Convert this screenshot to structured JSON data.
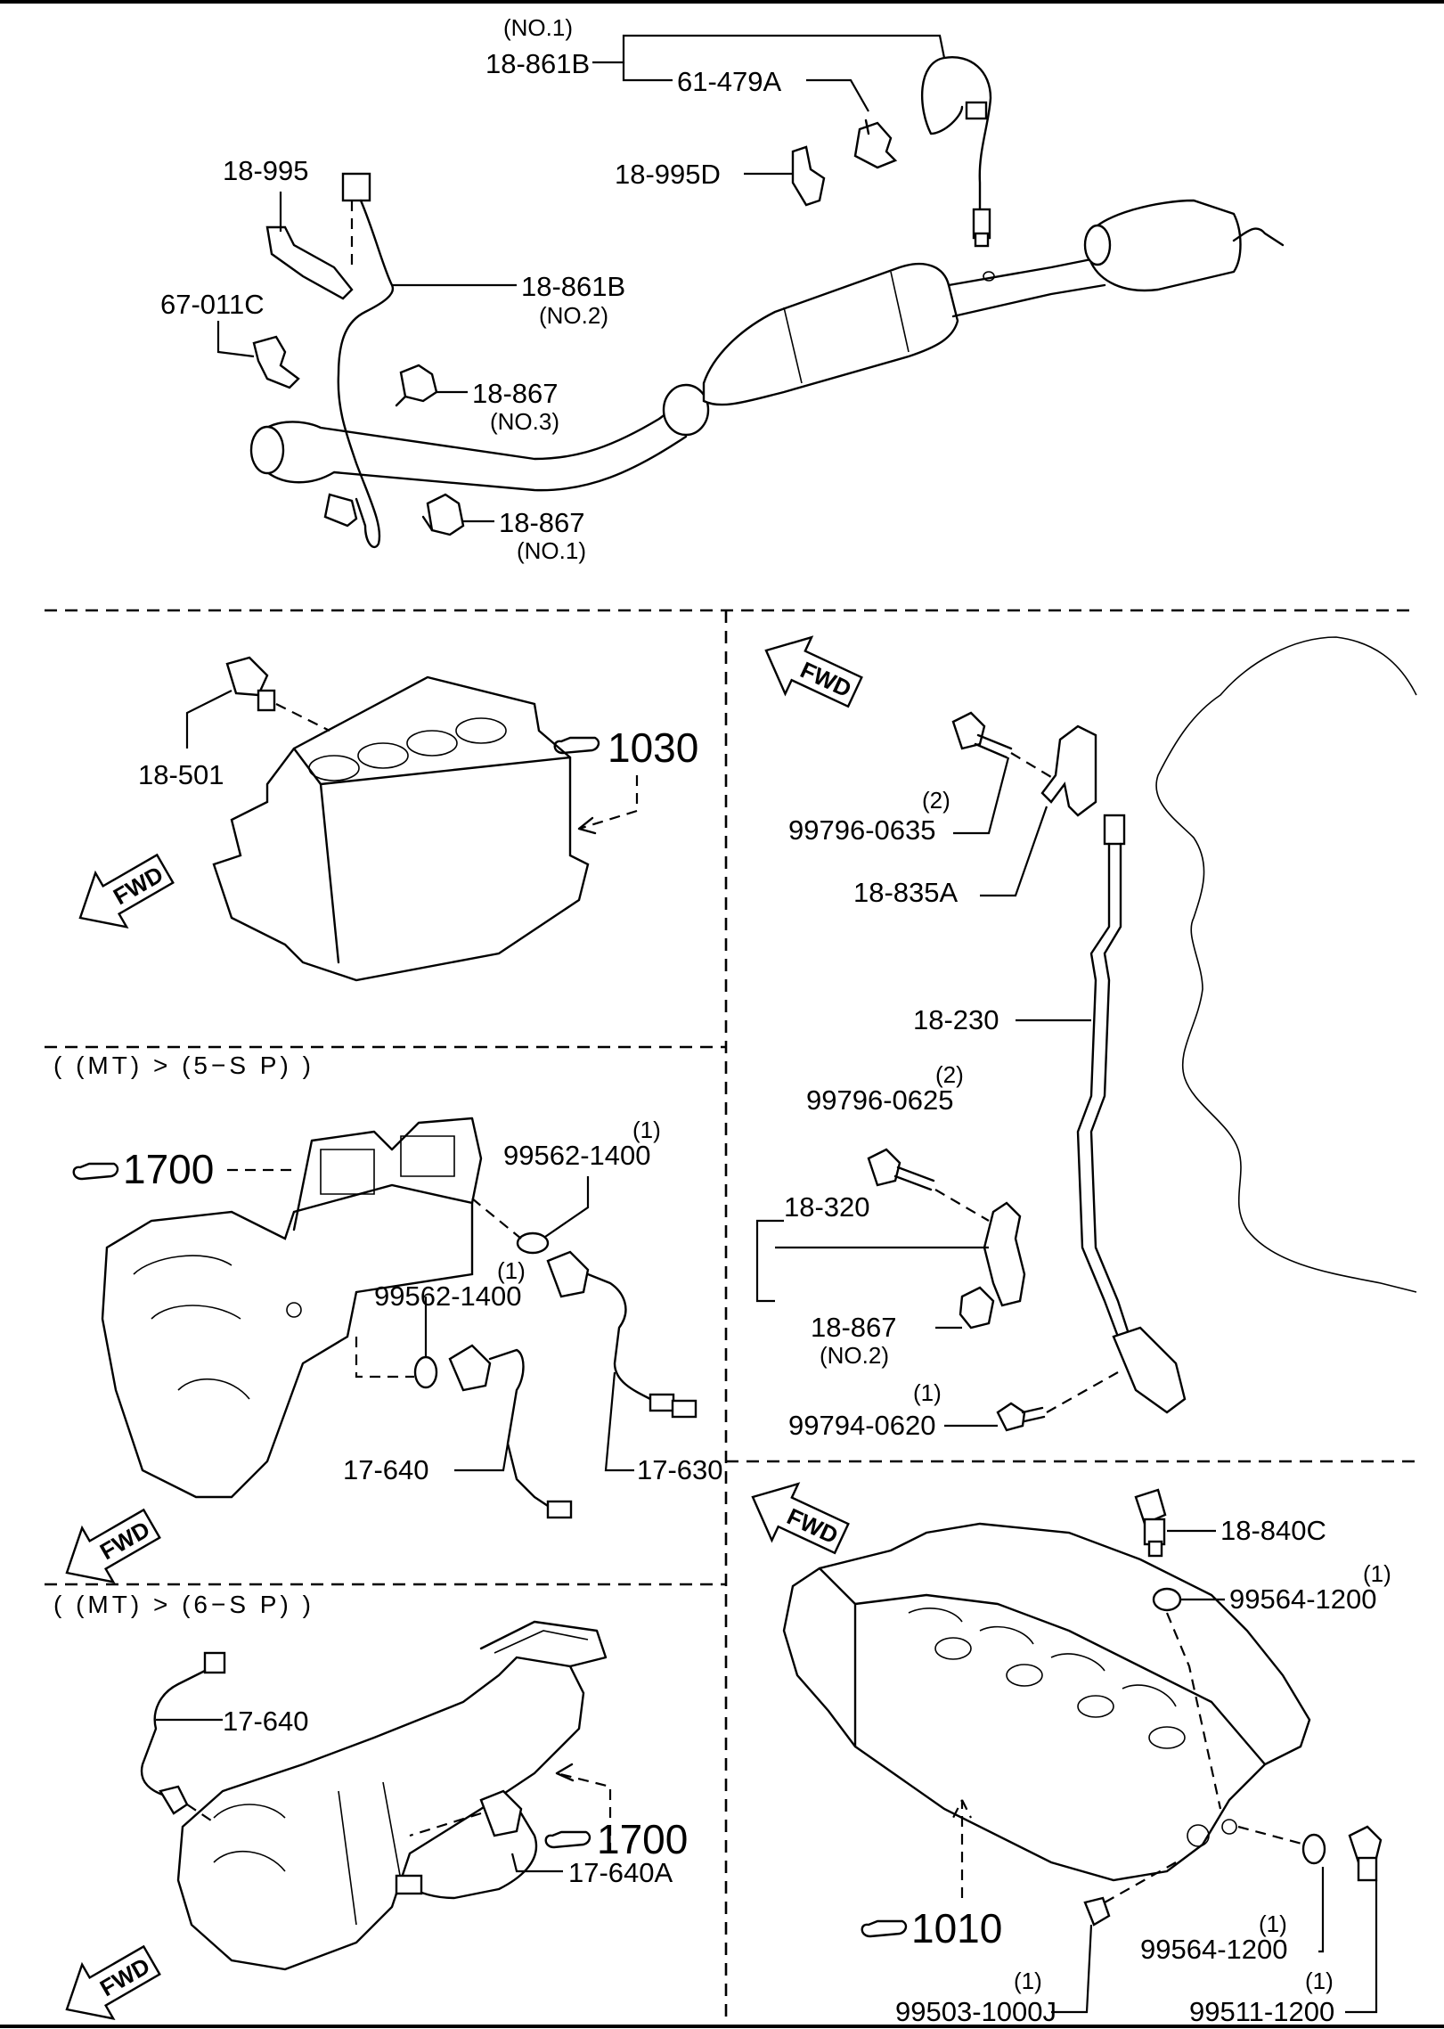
{
  "top": {
    "o2_sensor_no1": {
      "label": "18-861B",
      "qualifier": "(NO.1)"
    },
    "clip_a": {
      "label": "61-479A"
    },
    "bracket_d": {
      "label": "18-995D"
    },
    "bracket": {
      "label": "18-995"
    },
    "o2_sensor_no2": {
      "label": "18-861B",
      "qualifier": "(NO.2)"
    },
    "clip_c": {
      "label": "67-011C"
    },
    "clip_no3": {
      "label": "18-867",
      "qualifier": "(NO.3)"
    },
    "clip_no1": {
      "label": "18-867",
      "qualifier": "(NO.1)"
    }
  },
  "engine_block": {
    "sensor": {
      "label": "18-501"
    },
    "ref": {
      "label": "1030"
    },
    "fwd": "FWD"
  },
  "knock": {
    "fwd": "FWD",
    "bolt_upper": {
      "label": "99796-0635",
      "qty": "(2)"
    },
    "bracket": {
      "label": "18-835A"
    },
    "harness": {
      "label": "18-230"
    },
    "bolt_lower": {
      "label": "99796-0625",
      "qty": "(2)"
    },
    "bracket2": {
      "label": "18-320"
    },
    "clip": {
      "label": "18-867",
      "qualifier": "(NO.2)"
    },
    "bolt_bottom": {
      "label": "99794-0620",
      "qty": "(1)"
    }
  },
  "mt5": {
    "heading": "( (MT) > (5−S P) )",
    "ref": {
      "label": "1700"
    },
    "gasket_right": {
      "label": "99562-1400",
      "qty": "(1)"
    },
    "gasket_left": {
      "label": "99562-1400",
      "qty": "(1)"
    },
    "switch_a": {
      "label": "17-640"
    },
    "switch_b": {
      "label": "17-630"
    },
    "fwd": "FWD"
  },
  "mt6": {
    "heading": "( (MT) > (6−S P) )",
    "switch_a": {
      "label": "17-640"
    },
    "ref": {
      "label": "1700"
    },
    "switch_b": {
      "label": "17-640A"
    },
    "fwd": "FWD"
  },
  "head": {
    "fwd": "FWD",
    "sensor": {
      "label": "18-840C"
    },
    "gasket_top": {
      "label": "99564-1200",
      "qty": "(1)"
    },
    "ref": {
      "label": "1010"
    },
    "gasket_bottom": {
      "label": "99564-1200",
      "qty": "(1)"
    },
    "plug_a": {
      "label": "99503-1000J",
      "qty": "(1)"
    },
    "plug_b": {
      "label": "99511-1200",
      "qty": "(1)"
    }
  }
}
